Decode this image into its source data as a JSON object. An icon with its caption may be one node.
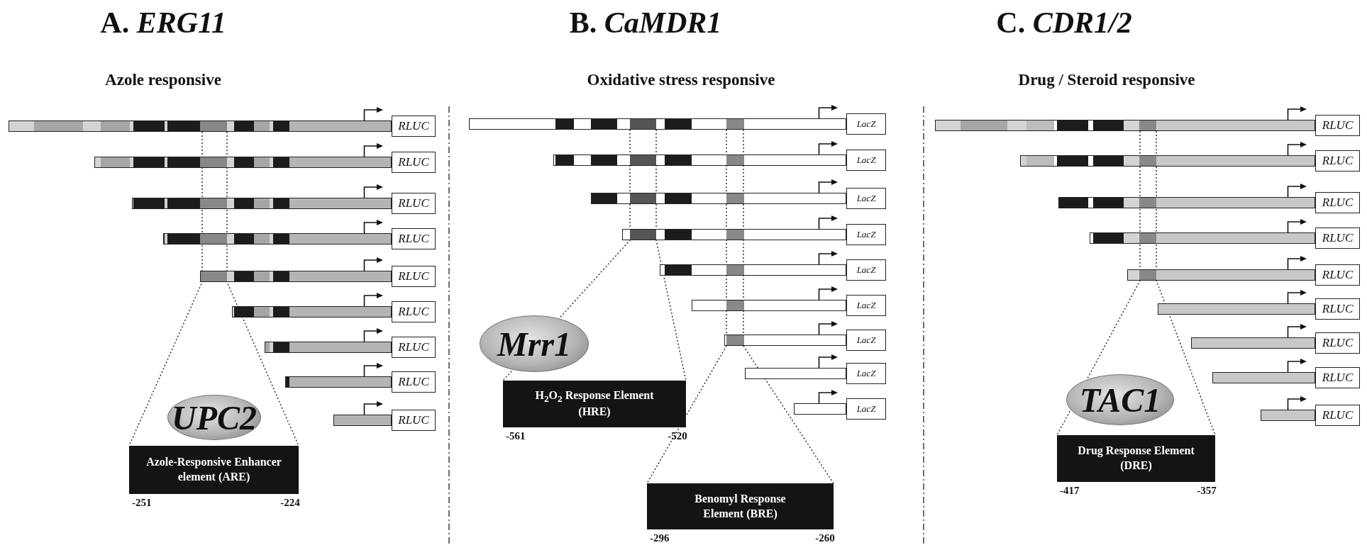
{
  "diagram": {
    "nodes": [
      {
        "text": [],
        "shape": "bar"
      },
      {
        "text": [
          "RLUC"
        ]
      },
      {
        "text": [],
        "shape": "bar"
      },
      {
        "text": [
          "RLUC"
        ]
      },
      {
        "text": [],
        "shape": "bar"
      },
      {
        "text": [
          "RLUC"
        ]
      },
      {
        "text": [],
        "shape": "bar"
      },
      {
        "text": [
          "RLUC"
        ]
      },
      {
        "text": [],
        "shape": "bar"
      },
      {
        "text": [
          "RLUC"
        ]
      },
      {
        "text": [],
        "shape": "bar"
      },
      {
        "text": [
          "RLUC"
        ]
      },
      {
        "text": [],
        "shape": "bar"
      },
      {
        "text": [
          "RLUC"
        ]
      },
      {
        "text": [],
        "shape": "bar"
      },
      {
        "text": [
          "RLUC"
        ]
      },
      {
        "text": [],
        "shape": "bar"
      },
      {
        "text": [
          "RLUC"
        ]
      },
      {
        "text": [
          "UPC2"
        ]
      },
      {
        "text": [
          "Azole-Responsive Enhancer element (ARE)"
        ],
        "beside": [
          "-251",
          "-224"
        ]
      },
      {
        "text": [],
        "shape": "bar"
      },
      {
        "text": [
          "LacZ"
        ]
      },
      {
        "text": [],
        "shape": "bar"
      },
      {
        "text": [
          "LacZ"
        ]
      },
      {
        "text": [],
        "shape": "bar"
      },
      {
        "text": [
          "LacZ"
        ]
      },
      {
        "text": [],
        "shape": "bar"
      },
      {
        "text": [
          "LacZ"
        ]
      },
      {
        "text": [],
        "shape": "bar"
      },
      {
        "text": [
          "LacZ"
        ]
      },
      {
        "text": [],
        "shape": "bar"
      },
      {
        "text": [
          "LacZ"
        ]
      },
      {
        "text": [],
        "shape": "bar"
      },
      {
        "text": [
          "LacZ"
        ]
      },
      {
        "text": [],
        "shape": "bar"
      },
      {
        "text": [
          "LacZ"
        ]
      },
      {
        "text": [],
        "shape": "bar"
      },
      {
        "text": [
          "LacZ"
        ]
      },
      {
        "text": [
          "Mrr1"
        ]
      },
      {
        "text": [
          "H$_{2}$O$_{2}$ Response Element (HRE)"
        ],
        "beside": [
          "-561",
          "-520"
        ]
      },
      {
        "text": [
          "Benomyl Response Element (BRE)"
        ],
        "beside": [
          "-296",
          "-260"
        ]
      },
      {
        "text": [],
        "shape": "bar"
      },
      {
        "text": [
          "RLUC"
        ]
      },
      {
        "text": [],
        "shape": "bar"
      },
      {
        "text": [
          "RLUC"
        ]
      },
      {
        "text": [],
        "shape": "bar"
      },
      {
        "text": [
          "RLUC"
        ]
      },
      {
        "text": [],
        "shape": "bar"
      },
      {
        "text": [
          "RLUC"
        ]
      },
      {
        "text": [],
        "shape": "bar"
      },
      {
        "text": [
          "RLUC"
        ]
      },
      {
        "text": [],
        "shape": "bar"
      },
      {
        "text": [
          "RLUC"
        ]
      },
      {
        "text": [],
        "shape": "bar"
      },
      {
        "text": [
          "RLUC"
        ]
      },
      {
        "text": [],
        "shape": "bar"
      },
      {
        "text": [
          "RLUC"
        ]
      },
      {
        "text": [],
        "shape": "bar"
      },
      {
        "text": [
          "RLUC"
        ]
      },
      {
        "text": [
          "TAC1"
        ]
      },
      {
        "text": [
          "Drug Response Element (DRE)"
        ],
        "beside": [
          "-417",
          "-357"
        ]
      }
    ],
    "edges": [
      {
        "from": 0,
        "to": 19,
        "arrow": "none",
        "style": "dashed"
      },
      {
        "from": 20,
        "to": 39,
        "arrow": "none",
        "style": "dashed"
      },
      {
        "from": 20,
        "to": 40,
        "arrow": "none",
        "style": "dashed"
      },
      {
        "from": 41,
        "to": 60,
        "arrow": "none",
        "style": "dashed"
      }
    ],
    "labels": [
      "A. *ERG11*",
      "Azole responsive",
      "B. *CaMDR1*",
      "Oxidative stress responsive",
      "C. *CDR1/2*",
      "Drug / Steroid responsive"
    ]
  }
}
